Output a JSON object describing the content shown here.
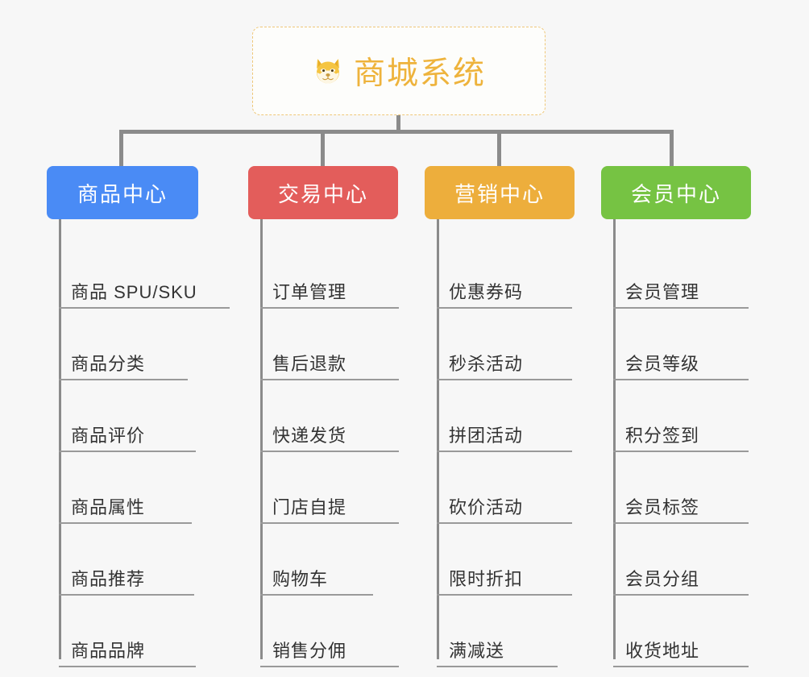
{
  "diagram": {
    "type": "mind-map",
    "background_color": "#f7f7f7",
    "root": {
      "title": "商城系统",
      "icon": "shiba-dog-face-emoji",
      "icon_glyph": "🐶",
      "text_color": "#eeb33c",
      "border_color": "#efc778",
      "background_color": "#fdfdfb"
    },
    "connector_color": "#8b8b8b",
    "branches": [
      {
        "label": "商品中心",
        "color": "#4a8bf5",
        "items": [
          "商品 SPU/SKU",
          "商品分类",
          "商品评价",
          "商品属性",
          "商品推荐",
          "商品品牌"
        ]
      },
      {
        "label": "交易中心",
        "color": "#e35d5b",
        "items": [
          "订单管理",
          "售后退款",
          "快递发货",
          "门店自提",
          "购物车",
          "销售分佣"
        ]
      },
      {
        "label": "营销中心",
        "color": "#edae3c",
        "items": [
          "优惠券码",
          "秒杀活动",
          "拼团活动",
          "砍价活动",
          "限时折扣",
          "满减送"
        ]
      },
      {
        "label": "会员中心",
        "color": "#76c343",
        "items": [
          "会员管理",
          "会员等级",
          "积分签到",
          "会员标签",
          "会员分组",
          "收货地址"
        ]
      }
    ]
  }
}
